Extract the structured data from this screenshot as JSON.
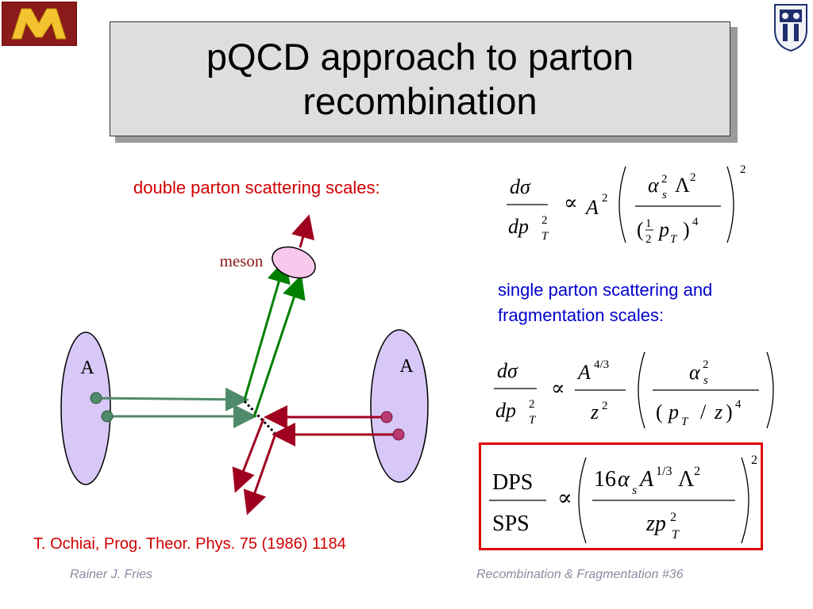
{
  "title": "pQCD approach to parton recombination",
  "labels": {
    "double_parton": "double parton scattering scales:",
    "single_parton": "single parton scattering and fragmentation scales:",
    "meson": "meson",
    "nucleus_left": "A",
    "nucleus_right": "A"
  },
  "reference": "T. Ochiai, Prog. Theor. Phys. 75 (1986) 1184",
  "footer": {
    "author": "Rainer J. Fries",
    "title": "Recombination & Fragmentation  #36"
  },
  "formulas": {
    "dsigma": "dσ",
    "dpt2": "dp",
    "dps": "DPS",
    "sps": "SPS",
    "sixteen": "16"
  },
  "colors": {
    "title_bg": "#dedede",
    "red_text": "#d00000",
    "blue_text": "#0000cc",
    "nucleus_fill": "#d7c8f7",
    "meson_fill": "#f8c9ec",
    "green_line": "#008000",
    "red_line": "#a00020",
    "parton_left": "#4f8a6a",
    "parton_right": "#b83a6e",
    "logo_bg": "#8b1a1a",
    "logo_gold": "#f4c430"
  }
}
